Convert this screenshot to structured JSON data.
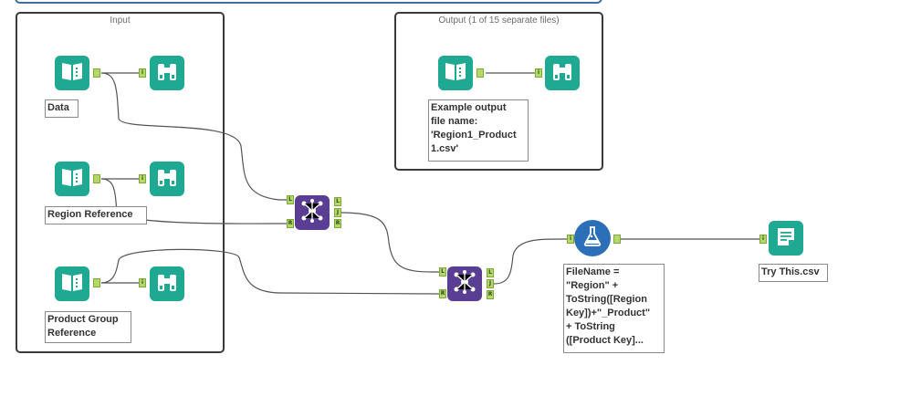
{
  "containers": {
    "input_title": "Input",
    "output_title": "Output (1 of 15 separate files)"
  },
  "annotations": {
    "data": "Data",
    "region_reference": "Region Reference",
    "product_group_reference": "Product Group\nReference",
    "example_output": "Example output\nfile name:\n'Region1_Product\n1.csv'",
    "formula": "FileName =\n\"Region\" +\nToString([Region\nKey])+\"_Product\"\n+ ToString\n([Product Key]...",
    "output_file": "Try This.csv"
  },
  "anchors": {
    "left": "L",
    "join": "J",
    "right": "R",
    "data_in": "i"
  },
  "icons": {
    "input": "book-input-icon",
    "browse": "binoculars-icon",
    "join": "join-icon",
    "formula": "flask-icon",
    "output": "notepad-output-icon"
  },
  "colors": {
    "input_output_tool": "#1fa892",
    "join_tool": "#5a3e93",
    "formula_tool": "#2b6fb8",
    "anchor": "#b4d86a",
    "container_border": "#3a3a3a",
    "top_container_border": "#3f6ea5"
  }
}
